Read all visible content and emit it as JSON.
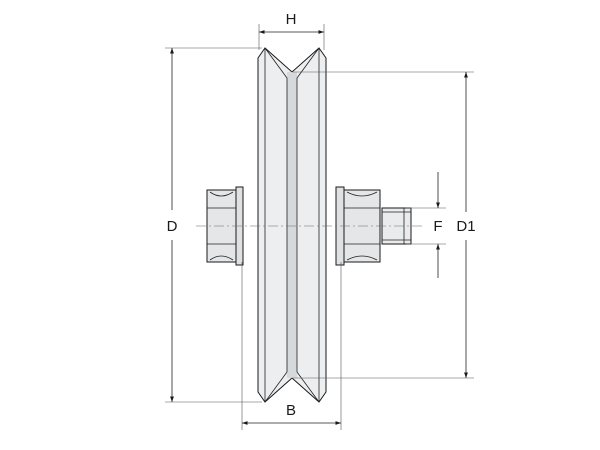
{
  "labels": {
    "H": "H",
    "D": "D",
    "D1": "D1",
    "F": "F",
    "B": "B"
  },
  "colors": {
    "line": "#1a1a1a",
    "wheel_fill": "#eceef0",
    "wheel_shade": "#d6d9dc",
    "nut_fill": "#e4e6e8",
    "background": "#ffffff"
  }
}
